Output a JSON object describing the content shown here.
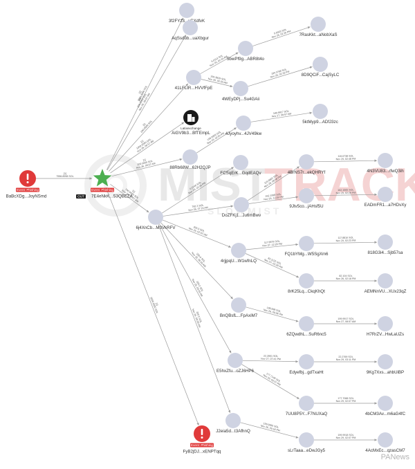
{
  "watermark": {
    "brand_left": "MIST",
    "brand_right": "TRACK",
    "brand_sub": "SLOWMIST",
    "corner": "PANews"
  },
  "colors": {
    "node": "#cfd3e2",
    "edge": "#9a9a9a",
    "phishing": "#e03a3a",
    "root": "#4caf50",
    "brand_red": "#e8a0a0",
    "brand_grey": "#cccccc"
  },
  "badges": {
    "phishing": "Event: Phishing",
    "exchange": "Latixexchange",
    "out": "OUT"
  },
  "nodes": [
    {
      "id": "n1",
      "label": "3f2FYz3...vCXdfvK",
      "type": "wallet"
    },
    {
      "id": "n2",
      "label": "AqSsdub...uaXbgur",
      "type": "wallet"
    },
    {
      "id": "n3",
      "label": "7RasKkt...aNobXaS",
      "type": "wallet"
    },
    {
      "id": "n4",
      "label": "5bwPf9g...ABR8t4o",
      "type": "wallet"
    },
    {
      "id": "n5",
      "label": "8D9QCiF...CajSyLC",
      "type": "wallet"
    },
    {
      "id": "n6",
      "label": "41LFLtR...HVVfFpE",
      "type": "wallet"
    },
    {
      "id": "n7",
      "label": "4WEyDPj...Su4GAii",
      "type": "wallet"
    },
    {
      "id": "n8",
      "label": "AiGV9b3...BfTEmpL",
      "type": "exchange"
    },
    {
      "id": "n9",
      "label": "5ktMyp9...ADfJ3zc",
      "type": "wallet"
    },
    {
      "id": "n10",
      "label": "4Jyoyhv...4JV49kw",
      "type": "wallet"
    },
    {
      "id": "n11",
      "label": "88Rb68W...62H2QJP",
      "type": "wallet"
    },
    {
      "id": "n12",
      "label": "FCSqErK...GqdEAQv",
      "type": "wallet"
    },
    {
      "id": "n13",
      "label": "4BrNS7r...ekQHRYf",
      "type": "wallet"
    },
    {
      "id": "n14",
      "label": "4N3VU83...rfwQ3ih",
      "type": "wallet"
    },
    {
      "id": "n15",
      "label": "BaBcXDg...JoyNSmd",
      "type": "phishing"
    },
    {
      "id": "n16",
      "label": "7E4eNkK...S3QBEZA",
      "type": "root"
    },
    {
      "id": "n17",
      "label": "9Jtv5co...jAHsf5U",
      "type": "wallet"
    },
    {
      "id": "n18",
      "label": "EADmFR1...a7HDvXy",
      "type": "wallet"
    },
    {
      "id": "n19",
      "label": "DoZFKj1...Ju6mBwv",
      "type": "wallet"
    },
    {
      "id": "n20",
      "label": "6j4XnCb...M3VkRFV",
      "type": "wallet"
    },
    {
      "id": "n21",
      "label": "4rjjpqU...W1wfnLQ",
      "type": "wallet"
    },
    {
      "id": "n22",
      "label": "FQ1bYMg...W5SgXm6",
      "type": "wallet"
    },
    {
      "id": "n23",
      "label": "818G3i4...Sjb57sa",
      "type": "wallet"
    },
    {
      "id": "n24",
      "label": "8rK25Lq...CkqKhQt",
      "type": "wallet"
    },
    {
      "id": "n25",
      "label": "AEMNnVU...XUx23qZ",
      "type": "wallet"
    },
    {
      "id": "n26",
      "label": "BnQBsfL...FpAxiM7",
      "type": "wallet"
    },
    {
      "id": "n27",
      "label": "6ZQwdhL...SuR6nc5",
      "type": "wallet"
    },
    {
      "id": "n28",
      "label": "H7RrZV...HwLaUZs",
      "type": "wallet"
    },
    {
      "id": "n29",
      "label": "E5hxZfu...oZJ6HP6",
      "type": "wallet"
    },
    {
      "id": "n30",
      "label": "Edyefbj...gdTxaHt",
      "type": "wallet"
    },
    {
      "id": "n31",
      "label": "9Kg7Xxs...ahbUiBP",
      "type": "wallet"
    },
    {
      "id": "n32",
      "label": "7UU8P5Y...F7NUXaQ",
      "type": "wallet"
    },
    {
      "id": "n33",
      "label": "4bCM3Av...m6aG4fC",
      "type": "wallet"
    },
    {
      "id": "n34",
      "label": "J2eia5d...t3AfhnQ",
      "type": "wallet"
    },
    {
      "id": "n35",
      "label": "FyB2jDJ...xENPTqq",
      "type": "phishing"
    },
    {
      "id": "n36",
      "label": "sLrTaaa...eDwJGy5",
      "type": "wallet"
    },
    {
      "id": "n37",
      "label": "4AcMxEc...qzasCM7",
      "type": "wallet"
    }
  ],
  "edges": [
    {
      "from": "n15",
      "to": "n16",
      "label": [
        "[1]",
        "7556.8998 SOL"
      ]
    },
    {
      "from": "n16",
      "to": "n1",
      "label": [
        "[1]",
        "3000.0000 SOL"
      ]
    },
    {
      "from": "n16",
      "to": "n2",
      "label": [
        "[1]",
        "200.0000 SOL",
        "Nov 26, 06:57 AM"
      ]
    },
    {
      "from": "n16",
      "to": "n6",
      "label": [
        "[2]",
        "200.0000 SOL"
      ]
    },
    {
      "from": "n16",
      "to": "n8",
      "label": [
        "[1]",
        "1000.0000 SOL",
        "Nov 26, 06:57 AM"
      ]
    },
    {
      "from": "n16",
      "to": "n11",
      "label": [
        "[1]",
        "200.0000 SOL",
        "Nov 26, 06:57 AM"
      ]
    },
    {
      "from": "n16",
      "to": "n20",
      "label": [
        "[1]",
        "700.0000 SOL",
        "Nov 26, 06:57 AM"
      ]
    },
    {
      "from": "n16",
      "to": "n35",
      "label": [
        "[1]",
        "3000.0000 SOL"
      ]
    },
    {
      "from": "n6",
      "to": "n4",
      "label": [
        "5.0113 SOL",
        "Nov 26, 02:33 AM"
      ]
    },
    {
      "from": "n6",
      "to": "n7",
      "label": [
        "194.3829 SOL",
        "Nov 26, 02:33 AM"
      ]
    },
    {
      "from": "n4",
      "to": "n3",
      "label": [
        "5.0063 SOL",
        "Nov 26, 02:20 PM"
      ]
    },
    {
      "from": "n7",
      "to": "n5",
      "label": [
        "194.3768 SOL",
        "Nov 26, 02:33 PM"
      ]
    },
    {
      "from": "n11",
      "to": "n10",
      "label": [
        "199.9956 SOL",
        "Nov 26, 02:50 PM"
      ]
    },
    {
      "from": "n10",
      "to": "n9",
      "label": [
        "199.9917 SOL",
        "Nov 27, 08:57 AM"
      ]
    },
    {
      "from": "n20",
      "to": "n12",
      "label": [
        "0.2146 SOL",
        "Nov 26, 02:28 PM"
      ]
    },
    {
      "from": "n20",
      "to": "n19",
      "label": [
        "782.3 SOL",
        "Nov 26, 07:24 AM"
      ]
    },
    {
      "from": "n19",
      "to": "n13",
      "label": [
        "119.6802 SOL",
        "Nov 26, 08:58 PM"
      ]
    },
    {
      "from": "n19",
      "to": "n17",
      "label": [
        "162.1068 SOL",
        "Nov 26, 12:28 PM"
      ]
    },
    {
      "from": "n13",
      "to": "n14",
      "label": [
        "119.6738 SOL",
        "Nov 29, 02:48 PM"
      ]
    },
    {
      "from": "n17",
      "to": "n18",
      "label": [
        "162.1005 SOL",
        "Nov 29, 02:28 PM"
      ]
    },
    {
      "from": "n20",
      "to": "n21",
      "label": [
        "200.0 SOL",
        "Nov 26, 02:52 AM"
      ]
    },
    {
      "from": "n21",
      "to": "n22",
      "label": [
        "117.8878 SOL",
        "Nov 27, 12:28 PM"
      ]
    },
    {
      "from": "n21",
      "to": "n24",
      "label": [
        "82.1122 SOL",
        "Nov 27, 02:28 PM"
      ]
    },
    {
      "from": "n22",
      "to": "n23",
      "label": [
        "117.8816 SOL",
        "Nov 29, 02:23 PM"
      ]
    },
    {
      "from": "n24",
      "to": "n25",
      "label": [
        "82.104 SOL",
        "Nov 26, 02:18 PM"
      ]
    },
    {
      "from": "n20",
      "to": "n26",
      "label": [
        "200.0 SOL",
        "Nov 26, 09:29 AM"
      ]
    },
    {
      "from": "n26",
      "to": "n27",
      "label": [
        "199.999 SOL",
        "Nov 26, 09:38 PM"
      ]
    },
    {
      "from": "n27",
      "to": "n28",
      "label": [
        "199.9917 SOL",
        "Nov 27, 08:57 AM"
      ]
    },
    {
      "from": "n20",
      "to": "n29",
      "label": [
        "200.0 SOL",
        "Nov 26, 09:29 AM"
      ]
    },
    {
      "from": "n29",
      "to": "n30",
      "label": [
        "22.2801 SOL",
        "Nov 27, 07:41 PM"
      ]
    },
    {
      "from": "n29",
      "to": "n32",
      "label": [
        "177.7148 SOL",
        "Nov 26, 02:07 PM"
      ]
    },
    {
      "from": "n30",
      "to": "n31",
      "label": [
        "22.2769 SOL",
        "Nov 29, 03:11 PM"
      ]
    },
    {
      "from": "n32",
      "to": "n33",
      "label": [
        "177.7088 SOL",
        "Nov 29, 02:07 PM"
      ]
    },
    {
      "from": "n20",
      "to": "n34",
      "label": [
        "200.0 SOL",
        "Nov 26, 09:39 AM"
      ]
    },
    {
      "from": "n34",
      "to": "n36",
      "label": [
        "199.9990 SOL",
        "Nov 26, 05:18 PM"
      ]
    },
    {
      "from": "n36",
      "to": "n37",
      "label": [
        "199.9918 SOL",
        "Nov 29, 02:07 PM"
      ]
    }
  ]
}
